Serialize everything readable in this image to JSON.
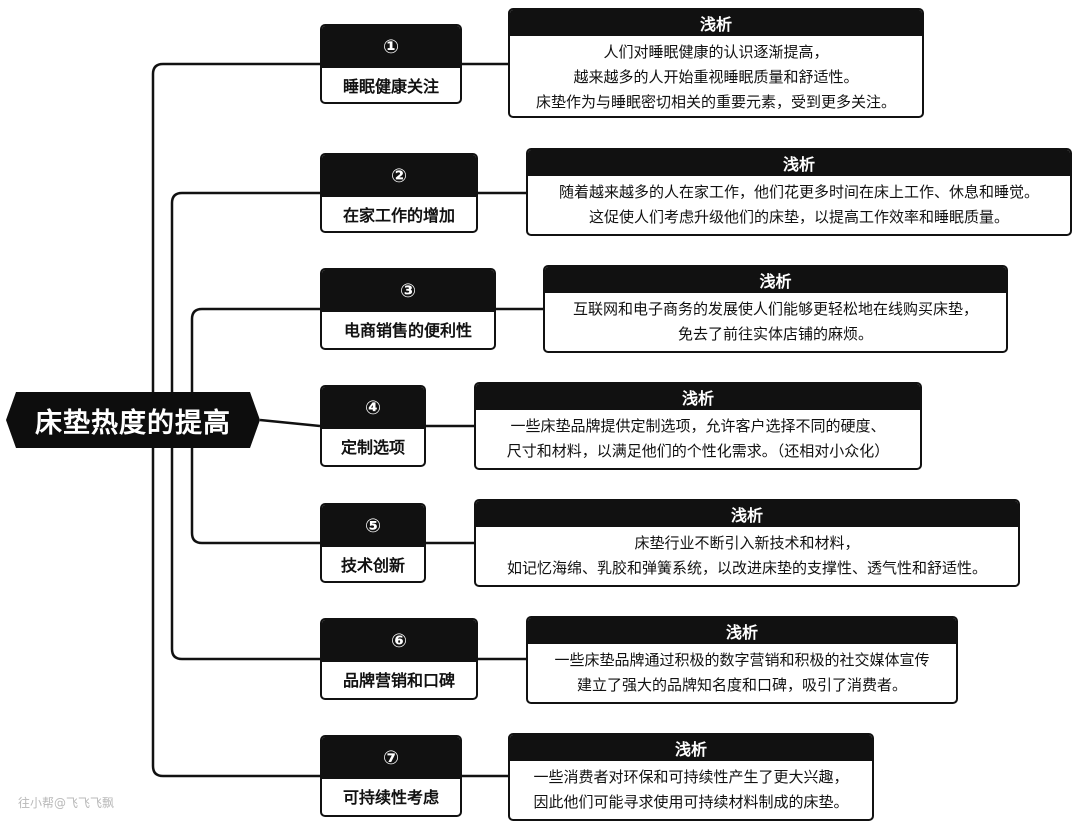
{
  "root": {
    "title": "床垫热度的提高"
  },
  "note_heading": "浅析",
  "branches": [
    {
      "number": "①",
      "title": "睡眠健康关注",
      "lines": [
        "人们对睡眠健康的认识逐渐提高，",
        "越来越多的人开始重视睡眠质量和舒适性。",
        "床垫作为与睡眠密切相关的重要元素，受到更多关注。"
      ]
    },
    {
      "number": "②",
      "title": "在家工作的增加",
      "lines": [
        "随着越来越多的人在家工作，他们花更多时间在床上工作、休息和睡觉。",
        "这促使人们考虑升级他们的床垫，以提高工作效率和睡眠质量。"
      ]
    },
    {
      "number": "③",
      "title": "电商销售的便利性",
      "lines": [
        "互联网和电子商务的发展使人们能够更轻松地在线购买床垫，",
        "免去了前往实体店铺的麻烦。"
      ]
    },
    {
      "number": "④",
      "title": "定制选项",
      "lines": [
        "一些床垫品牌提供定制选项，允许客户选择不同的硬度、",
        "尺寸和材料，以满足他们的个性化需求。（还相对小众化）"
      ]
    },
    {
      "number": "⑤",
      "title": "技术创新",
      "lines": [
        "床垫行业不断引入新技术和材料，",
        "如记忆海绵、乳胶和弹簧系统，以改进床垫的支撑性、透气性和舒适性。"
      ]
    },
    {
      "number": "⑥",
      "title": "品牌营销和口碑",
      "lines": [
        "一些床垫品牌通过积极的数字营销和积极的社交媒体宣传",
        "建立了强大的品牌知名度和口碑，吸引了消费者。"
      ]
    },
    {
      "number": "⑦",
      "title": "可持续性考虑",
      "lines": [
        "一些消费者对环保和可持续性产生了更大兴趣，",
        "因此他们可能寻求使用可持续材料制成的床垫。"
      ]
    }
  ],
  "watermark": "往小帮@飞飞飞飘"
}
